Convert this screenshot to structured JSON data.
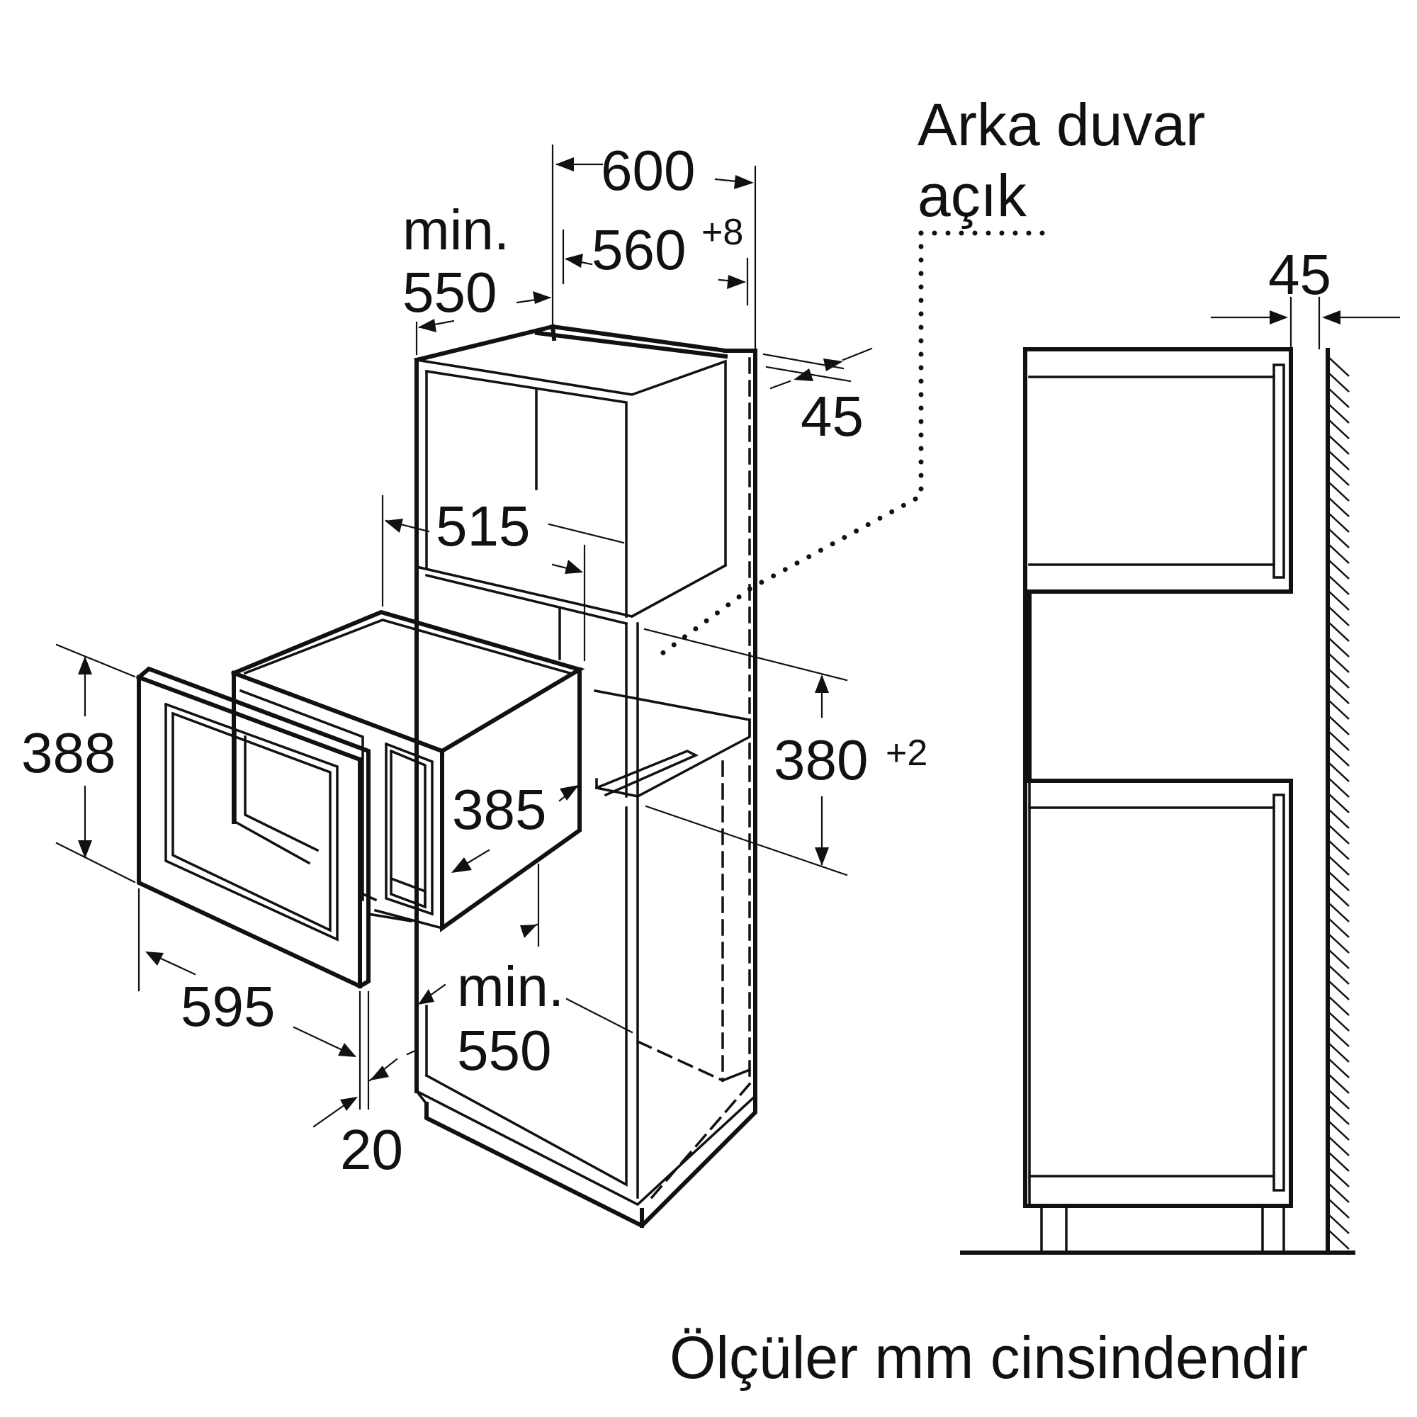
{
  "labels": {
    "rear_wall_line1": "Arka duvar",
    "rear_wall_line2": "açık",
    "units_note": "Ölçüler mm cinsindendir"
  },
  "dimensions": {
    "cabinet_width": "600",
    "niche_width_value": "560",
    "niche_width_tolerance": "+8",
    "min_depth_top_line1": "min.",
    "min_depth_top_line2": "550",
    "rear_gap_side": "45",
    "appliance_depth": "515",
    "niche_height_value": "380",
    "niche_height_tolerance": "+2",
    "appliance_height_front": "388",
    "appliance_height_body": "385",
    "appliance_width": "595",
    "min_depth_bottom_line1": "min.",
    "min_depth_bottom_line2": "550",
    "front_offset": "20",
    "rear_gap_elevation": "45"
  }
}
